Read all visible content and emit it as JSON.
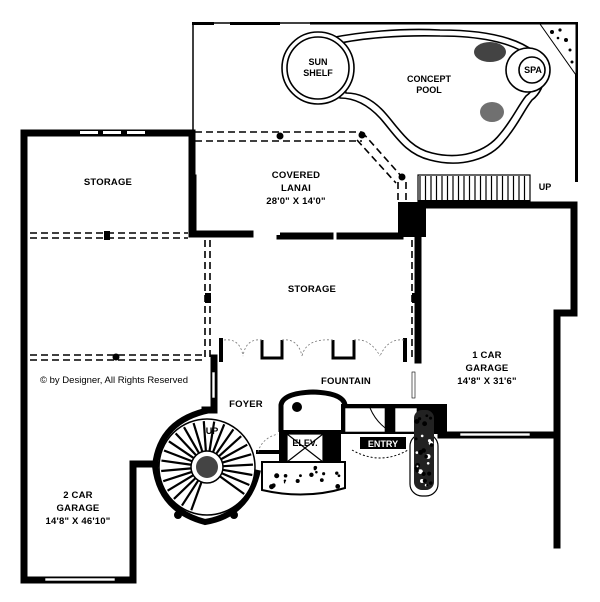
{
  "plan": {
    "rooms": {
      "sun_shelf": {
        "line1": "SUN",
        "line2": "SHELF"
      },
      "concept_pool": {
        "line1": "CONCEPT",
        "line2": "POOL"
      },
      "spa": {
        "label": "SPA"
      },
      "covered_lanai": {
        "line1": "COVERED",
        "line2": "LANAI",
        "dims": "28'0\" X 14'0\""
      },
      "storage_left": {
        "label": "STORAGE"
      },
      "storage_center": {
        "label": "STORAGE"
      },
      "foyer": {
        "label": "FOYER"
      },
      "fountain": {
        "label": "FOUNTAIN"
      },
      "elevator": {
        "label": "ELEV."
      },
      "entry": {
        "label": "ENTRY"
      },
      "garage_1car": {
        "line1": "1 CAR",
        "line2": "GARAGE",
        "dims": "14'8\" X 31'6\""
      },
      "garage_2car": {
        "line1": "2 CAR",
        "line2": "GARAGE",
        "dims": "14'8\" X 46'10\""
      }
    },
    "stair_labels": {
      "rear_stairs": "UP",
      "spiral_stair": "UP"
    },
    "copyright": "© by Designer, All Rights Reserved"
  },
  "colors": {
    "ink": "#000000",
    "paper": "#ffffff"
  }
}
